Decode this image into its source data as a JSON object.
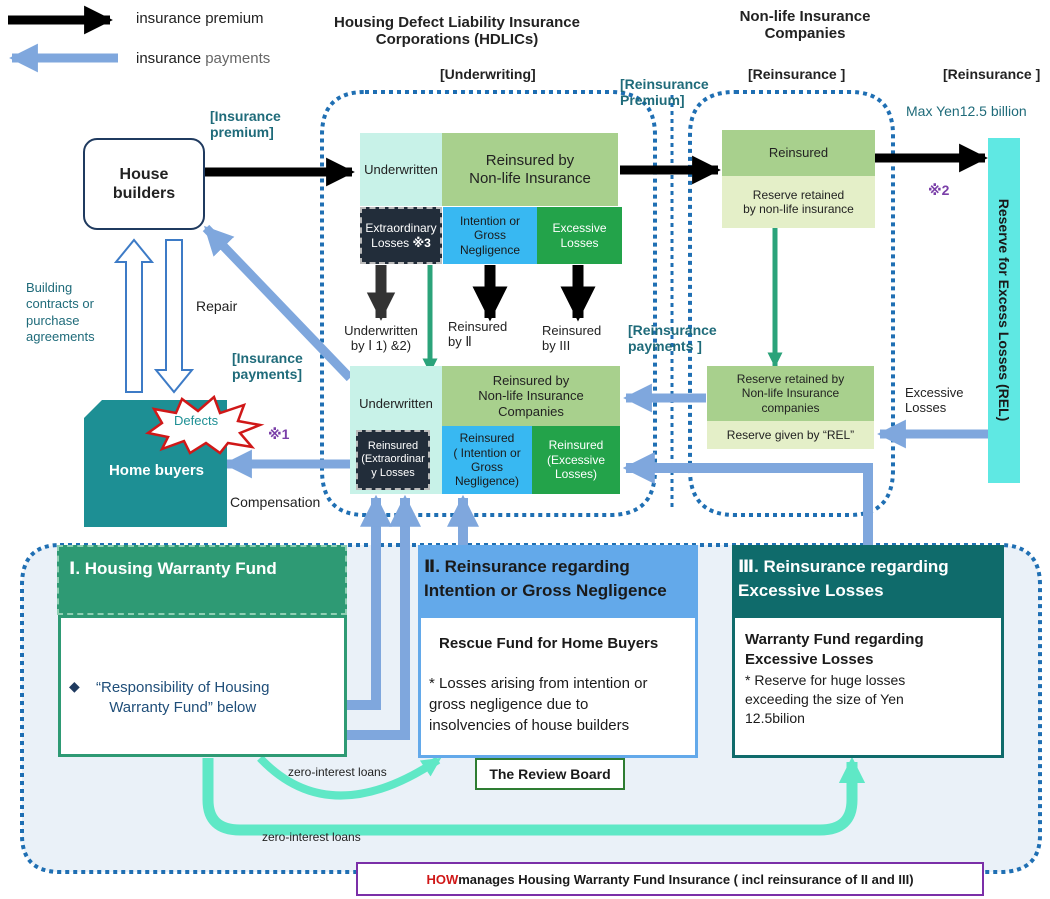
{
  "legend": {
    "premium": "insurance premium",
    "payments_a": "insurance",
    "payments_b": "payments"
  },
  "colors": {
    "premium_arrow": "#000000",
    "payment_arrow": "#7fa7dd",
    "dotted_border": "#1f6fb3",
    "teal_text": "#1f6b7a",
    "fund1": "#2e9a74",
    "fund2": "#63a9ea",
    "fund3": "#0f6b6b",
    "rel": "#5fe8e3",
    "loan_arrow": "#5fe8c6"
  },
  "headers": {
    "hdlic_1": "Housing Defect Liability Insurance",
    "hdlic_2": "Corporations (HDLICs)",
    "nonlife_1": "Non-life Insurance",
    "nonlife_2": "Companies",
    "underwriting": "[Underwriting]",
    "reins_premium_1": "[Reinsurance",
    "reins_premium_2": "Premium]",
    "reinsurance_1": "[Reinsurance ]",
    "reinsurance_2": "[Reinsurance ]",
    "max": "Max Yen12.5 billion"
  },
  "labels": {
    "ins_premium_1": "[Insurance",
    "ins_premium_2": "premium]",
    "building_1": "Building",
    "building_2": "contracts  or",
    "building_3": "purchase",
    "building_4": "agreements",
    "repair": "Repair",
    "ins_payments_1": "[Insurance",
    "ins_payments_2": "payments]",
    "mark1": "※1",
    "mark2": "※2",
    "compensation": "Compensation",
    "reins_payments_1": "[Reinsurance",
    "reins_payments_2": "payments ]",
    "excessive_1": "Excessive",
    "excessive_2": "Losses",
    "uw_by_1": "Underwritten",
    "uw_by_2": "by Ⅰ 1) &2)",
    "reins_by2_1": "Reinsured",
    "reins_by2_2": "by Ⅱ",
    "reins_by3_1": "Reinsured",
    "reins_by3_2": "by III",
    "zero_loans_1": "zero-interest loans",
    "zero_loans_2": "zero-interest loans"
  },
  "actors": {
    "builders_1": "House",
    "builders_2": "builders",
    "home_buyers": "Home buyers",
    "defects": "Defects",
    "rel": "Reserve for Excess Losses (REL)"
  },
  "hdlic_top": {
    "underwritten": "Underwritten",
    "reinsured_1": "Reinsured by",
    "reinsured_2": "Non-life Insurance",
    "extra_1": "Extraordinary",
    "extra_2": "Losses ",
    "extra_mark": "※3",
    "intent_1": "Intention or",
    "intent_2": "Gross",
    "intent_3": "Negligence",
    "excessive_1": "Excessive",
    "excessive_2": "Losses"
  },
  "hdlic_bottom": {
    "underwritten": "Underwritten",
    "reinsured_1": "Reinsured by",
    "reinsured_2": "Non-life Insurance",
    "reinsured_3": "Companies",
    "extra_1": "Reinsured",
    "extra_2": "(Extraordinar",
    "extra_3": "y Losses",
    "intent_1": "Reinsured",
    "intent_2": "( Intention or",
    "intent_3": "Gross",
    "intent_4": "Negligence)",
    "excessive_1": "Reinsured",
    "excessive_2": "(Excessive",
    "excessive_3": "Losses)"
  },
  "nonlife_top": {
    "reinsured": "Reinsured",
    "reserve_1": "Reserve retained",
    "reserve_2": "by non-life insurance"
  },
  "nonlife_bottom": {
    "reserve_1": "Reserve retained by",
    "reserve_2": "Non-life Insurance",
    "reserve_3": "companies",
    "given": "Reserve given by “REL”"
  },
  "fund1": {
    "title": "Ⅰ. Housing Warranty Fund",
    "bullet": "◆",
    "body_1": "“Responsibility of Housing",
    "body_2": "Warranty Fund” below"
  },
  "fund2": {
    "title_1": "Ⅱ. Reinsurance regarding",
    "title_2": "Intention or Gross Negligence",
    "heading": "Rescue Fund for Home Buyers",
    "body_1": "* Losses arising from intention or",
    "body_2": "gross negligence due to",
    "body_3": "insolvencies of house builders",
    "review": "The Review Board"
  },
  "fund3": {
    "title_1": "Ⅲ. Reinsurance regarding",
    "title_2": "Excessive Losses",
    "heading_1": "Warranty Fund regarding",
    "heading_2": "Excessive Losses",
    "body_1": "* Reserve for huge losses",
    "body_2": "exceeding the size of Yen",
    "body_3": "12.5bilion"
  },
  "footer": {
    "how": "HOW",
    "rest": " manages Housing Warranty Fund Insurance ( incl reinsurance of  II and III)"
  }
}
